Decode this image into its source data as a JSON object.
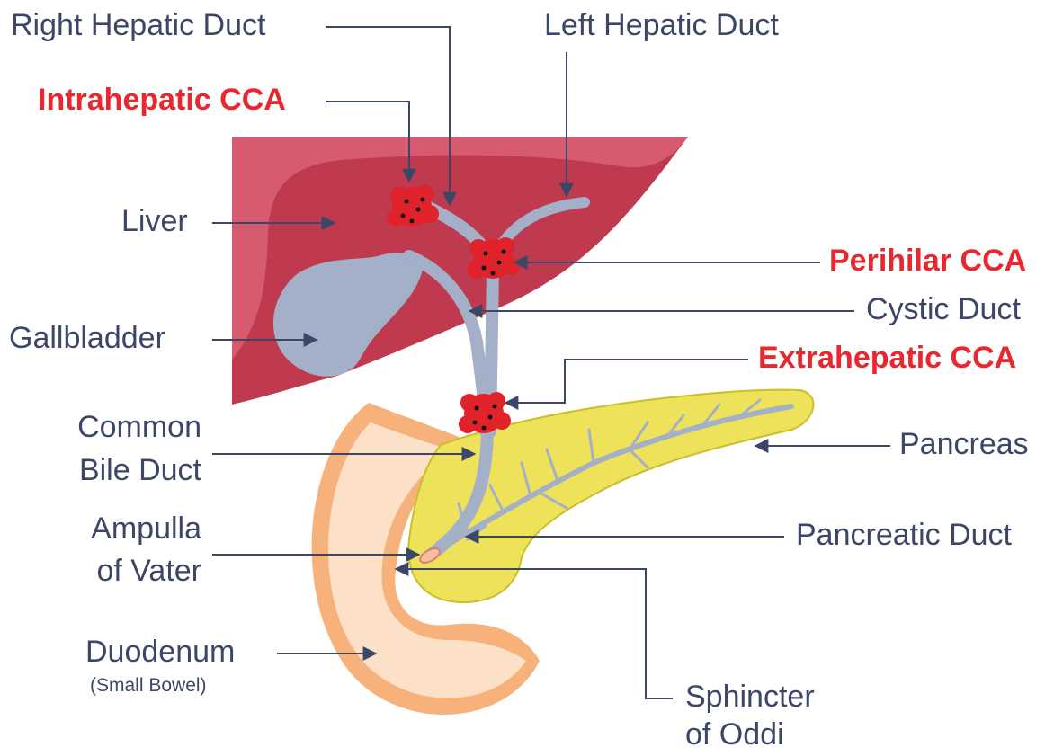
{
  "labels": {
    "right_hepatic_duct": "Right Hepatic Duct",
    "left_hepatic_duct": "Left Hepatic Duct",
    "intrahepatic_cca": "Intrahepatic CCA",
    "liver": "Liver",
    "perihilar_cca": "Perihilar CCA",
    "cystic_duct": "Cystic Duct",
    "gallbladder": "Gallbladder",
    "extrahepatic_cca": "Extrahepatic CCA",
    "common_bile_duct_line1": "Common",
    "common_bile_duct_line2": "Bile Duct",
    "pancreas": "Pancreas",
    "ampulla_line1": "Ampulla",
    "ampulla_line2": "of Vater",
    "pancreatic_duct": "Pancreatic Duct",
    "duodenum": "Duodenum",
    "duodenum_sub": "(Small Bowel)",
    "sphincter_line1": "Sphincter",
    "sphincter_line2": "of Oddi"
  },
  "colors": {
    "label_text": "#3c4767",
    "cancer_label": "#e8282e",
    "liver_light": "#d65a70",
    "liver_dark": "#bf3a4e",
    "duct": "#a4afc8",
    "pancreas": "#ede25a",
    "pancreas_outline": "#c9bf2a",
    "duodenum_outer": "#f6b27a",
    "duodenum_inner": "#fde0c8",
    "tumor": "#e0232a"
  }
}
